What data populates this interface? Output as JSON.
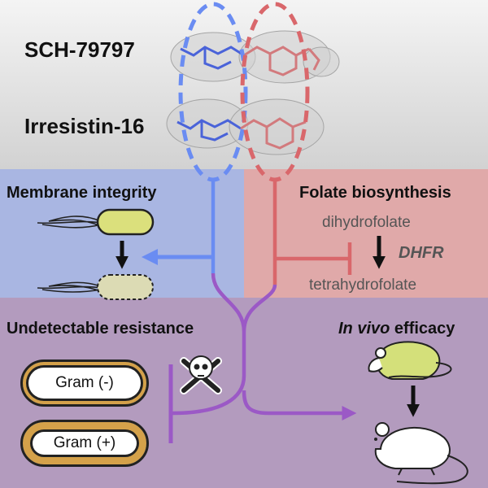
{
  "compounds": [
    "SCH-79797",
    "Irresistin-16"
  ],
  "membrane": {
    "title": "Membrane integrity"
  },
  "folate": {
    "title": "Folate biosynthesis",
    "substrate": "dihydrofolate",
    "enzyme": "DHFR",
    "product": "tetrahydrofolate"
  },
  "resistance": {
    "title": "Undetectable resistance",
    "gram_negative": "Gram (-)",
    "gram_positive": "Gram (+)"
  },
  "efficacy": {
    "title_italic": "In vivo",
    "title_rest": " efficacy"
  },
  "colors": {
    "blue": "#6a8cf2",
    "red": "#d9676b",
    "purple": "#9b59c6",
    "gold": "#d4a14a",
    "cell_healthy": "#dbe07c",
    "cell_damaged": "#dcdbb4",
    "mouse_sick": "#d4e07a"
  },
  "icons": [
    "molecule-structure",
    "bacterium-icon",
    "skull-crossbones-icon",
    "mouse-icon"
  ]
}
